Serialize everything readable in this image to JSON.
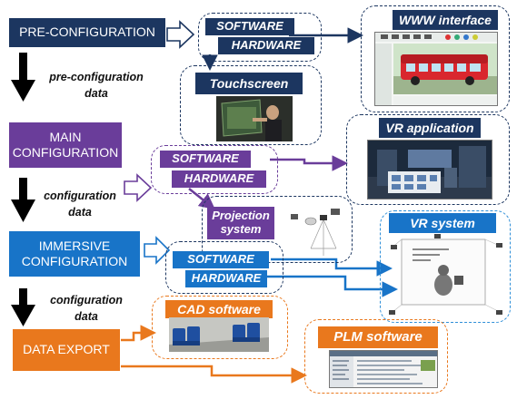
{
  "stages": {
    "pre": "PRE-CONFIGURATION",
    "main_line1": "MAIN",
    "main_line2": "CONFIGURATION",
    "immersive_line1": "IMMERSIVE",
    "immersive_line2": "CONFIGURATION",
    "export": "DATA EXPORT"
  },
  "flow_labels": {
    "pre_line1": "pre-configuration",
    "pre_line2": "data",
    "conf1_line1": "configuration",
    "conf1_line2": "data",
    "conf2_line1": "configuration",
    "conf2_line2": "data"
  },
  "tags": {
    "software": "SOFTWARE",
    "hardware": "HARDWARE"
  },
  "outputs": {
    "www": "WWW interface",
    "touchscreen": "Touchscreen",
    "vr_application": "VR application",
    "projection_line1": "Projection",
    "projection_line2": "system",
    "vr_system": "VR system",
    "cad": "CAD software",
    "plm": "PLM software"
  },
  "colors": {
    "navy": "#1c3660",
    "purple": "#6a3d9a",
    "blue": "#1874c8",
    "orange": "#e9781d"
  }
}
